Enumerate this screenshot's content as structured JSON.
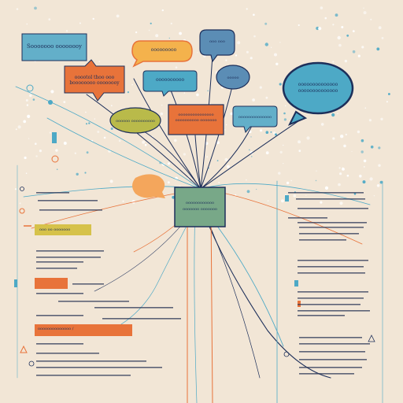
{
  "bubbles": [
    {
      "id": "top-left-box",
      "text": "Sooooooo oooooooy"
    },
    {
      "id": "orange-left-box",
      "text": "ooootol thoo ooo\nboooooooo oooooooy"
    },
    {
      "id": "orange-pill",
      "text": "ooooooooo"
    },
    {
      "id": "blue-top-small",
      "text": "ooo ooo"
    },
    {
      "id": "blue-rect",
      "text": "oooooooooo"
    },
    {
      "id": "blue-small-right",
      "text": "ooooo"
    },
    {
      "id": "big-ellipse",
      "text": "oooooooooooooo\noooooooooooooo"
    },
    {
      "id": "olive-ellipse",
      "text": "oooooo oooooooooo"
    },
    {
      "id": "orange-center",
      "text": "ooooooooooooooo\noooooooooo ooooooo"
    },
    {
      "id": "blue-right-rect",
      "text": "oooooooooooooo"
    },
    {
      "id": "green-center",
      "text": "oooooooooooo\nooooooo ooooooo"
    }
  ],
  "left_labels": {
    "yellow": "ooo oo ooooooo",
    "orange": "oooooooooooooo /"
  },
  "colors": {
    "background": "#f2e6d6",
    "navy": "#1d2f5a",
    "teal": "#4da9c6",
    "orange": "#e8733a",
    "yellow": "#f4b24c",
    "olive": "#b9ba4a",
    "green": "#78a888",
    "steel": "#5b8db5"
  }
}
